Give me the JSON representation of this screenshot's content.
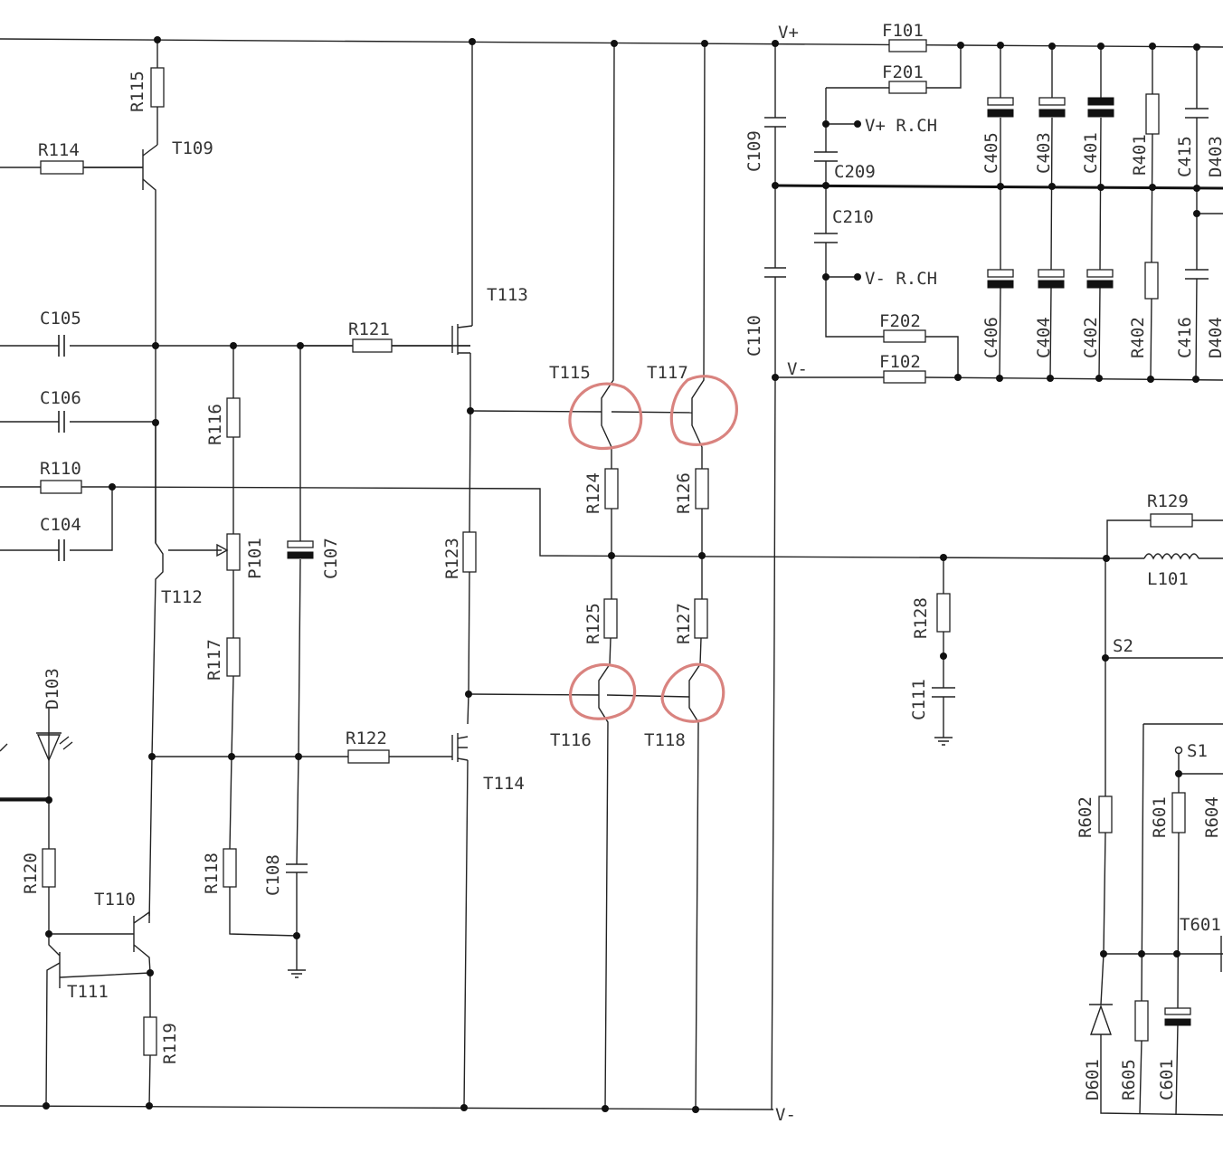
{
  "labels": {
    "vplus_top": "V+",
    "vminus_mid": "V-",
    "vminus_bot": "V-",
    "vplus_rch": "V+ R.CH",
    "vminus_rch": "V- R.CH",
    "S1": "S1",
    "S2": "S2",
    "R110": "R110",
    "R114": "R114",
    "R115": "R115",
    "R116": "R116",
    "R117": "R117",
    "R118": "R118",
    "R119": "R119",
    "R120": "R120",
    "R121": "R121",
    "R122": "R122",
    "R123": "R123",
    "R124": "R124",
    "R125": "R125",
    "R126": "R126",
    "R127": "R127",
    "R128": "R128",
    "R129": "R129",
    "R401": "R401",
    "R402": "R402",
    "R601": "R601",
    "R602": "R602",
    "R604": "R604",
    "R605": "R605",
    "C104": "C104",
    "C105": "C105",
    "C106": "C106",
    "C107": "C107",
    "C108": "C108",
    "C109": "C109",
    "C110": "C110",
    "C111": "C111",
    "C209": "C209",
    "C210": "C210",
    "C401": "C401",
    "C402": "C402",
    "C403": "C403",
    "C404": "C404",
    "C405": "C405",
    "C406": "C406",
    "C415": "C415",
    "C416": "C416",
    "C601": "C601",
    "T109": "T109",
    "T110": "T110",
    "T111": "T111",
    "T112": "T112",
    "T113": "T113",
    "T114": "T114",
    "T115": "T115",
    "T116": "T116",
    "T117": "T117",
    "T118": "T118",
    "T601": "T601",
    "F101": "F101",
    "F102": "F102",
    "F201": "F201",
    "F202": "F202",
    "P101": "P101",
    "D103": "D103",
    "D601": "D601",
    "L101": "L101",
    "D403": "D403",
    "D404": "D404"
  },
  "highlight_color": "#d9837f",
  "highlighted_components": [
    "T115",
    "T117",
    "T116",
    "T118"
  ]
}
